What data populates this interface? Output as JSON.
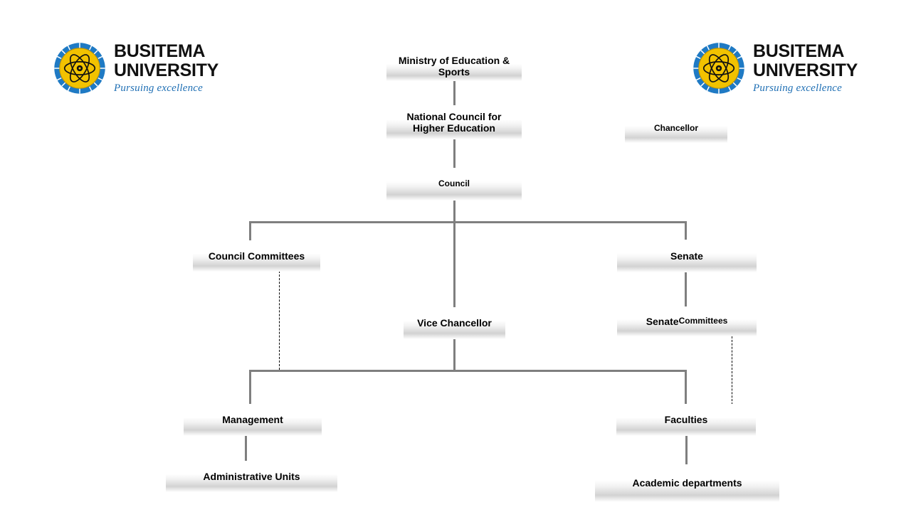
{
  "page": {
    "title": "Busitema University Organisational Structure",
    "background_color": "#ffffff"
  },
  "logos": [
    {
      "name": "busitema-university-logo-left",
      "line1": "BUSITEMA",
      "line2": "UNIVERSITY",
      "tagline": "Pursuing excellence",
      "mark": "atom-gear-emblem",
      "colors": {
        "ring": "#1f7ac4",
        "disc": "#f2c200",
        "atom": "#111111"
      }
    },
    {
      "name": "busitema-university-logo-right",
      "line1": "BUSITEMA",
      "line2": "UNIVERSITY",
      "tagline": "Pursuing excellence",
      "mark": "atom-gear-emblem",
      "colors": {
        "ring": "#1f7ac4",
        "disc": "#f2c200",
        "atom": "#111111"
      }
    }
  ],
  "chart_data": {
    "type": "diagram",
    "subtype": "organisational-chart",
    "title": "Busitema University Organisational Structure",
    "nodes": [
      {
        "id": "ministry",
        "label": "Ministry  of Education & Sports"
      },
      {
        "id": "nche",
        "label": "National Council for Higher Education"
      },
      {
        "id": "chancellor",
        "label": "Chancellor"
      },
      {
        "id": "council",
        "label": "Council"
      },
      {
        "id": "council-committees",
        "label": "Council Committees"
      },
      {
        "id": "senate",
        "label": "Senate"
      },
      {
        "id": "vice-chancellor",
        "label": "Vice  Chancellor"
      },
      {
        "id": "senate-committees",
        "label_main": "Senate ",
        "label_sub": "Committees"
      },
      {
        "id": "management",
        "label": "Management"
      },
      {
        "id": "faculties",
        "label": "Faculties"
      },
      {
        "id": "administrative-units",
        "label": "Administrative  Units"
      },
      {
        "id": "academic-departments",
        "label": "Academic departments"
      }
    ],
    "edges": [
      {
        "from": "ministry",
        "to": "nche",
        "style": "solid"
      },
      {
        "from": "nche",
        "to": "council",
        "style": "solid"
      },
      {
        "from": "council",
        "to": "council-committees",
        "style": "solid"
      },
      {
        "from": "council",
        "to": "senate",
        "style": "solid"
      },
      {
        "from": "council",
        "to": "vice-chancellor",
        "style": "solid"
      },
      {
        "from": "senate",
        "to": "senate-committees",
        "style": "solid"
      },
      {
        "from": "council-committees",
        "to": "management",
        "style": "dashed"
      },
      {
        "from": "senate-committees",
        "to": "faculties",
        "style": "dashed"
      },
      {
        "from": "vice-chancellor",
        "to": "management",
        "style": "solid"
      },
      {
        "from": "vice-chancellor",
        "to": "faculties",
        "style": "solid"
      },
      {
        "from": "management",
        "to": "administrative-units",
        "style": "solid"
      },
      {
        "from": "faculties",
        "to": "academic-departments",
        "style": "solid"
      }
    ],
    "edge_color": "#7f7f7f"
  }
}
